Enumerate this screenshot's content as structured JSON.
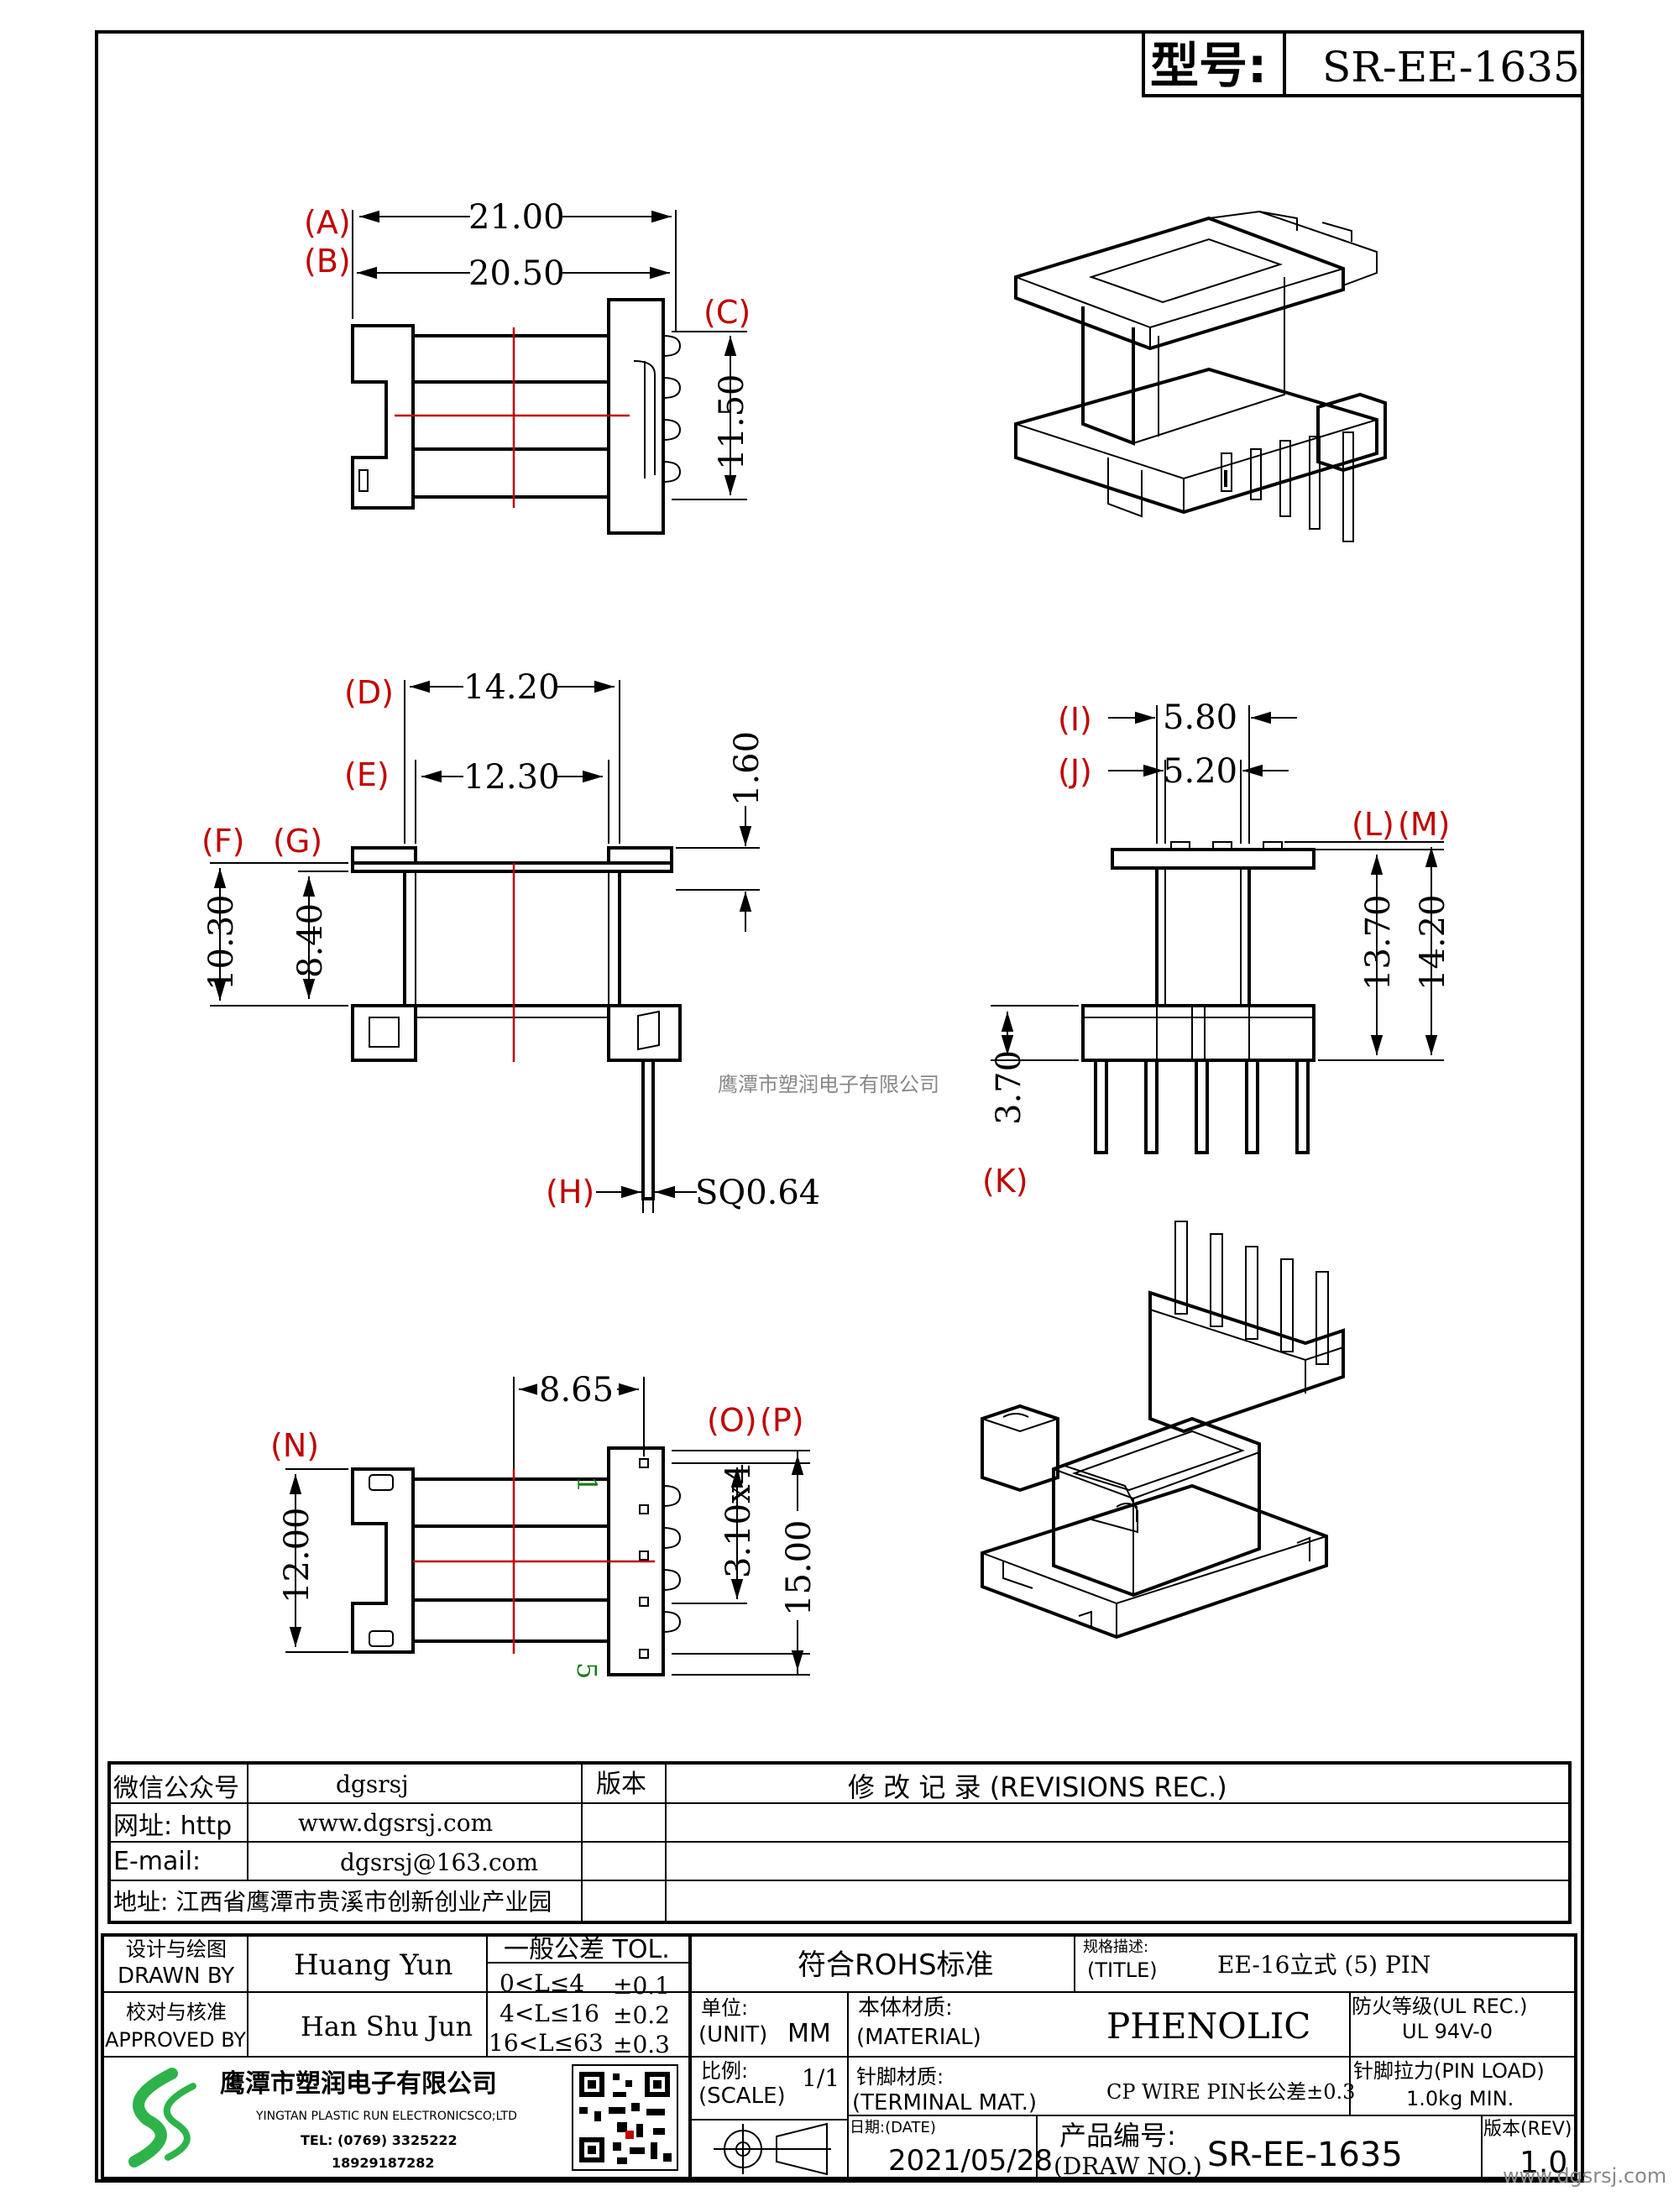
{
  "header": {
    "model_label": "型号:",
    "model_value": "SR-EE-1635"
  },
  "labels": {
    "A": "(A)",
    "B": "(B)",
    "C": "(C)",
    "D": "(D)",
    "E": "(E)",
    "F": "(F)",
    "G": "(G)",
    "H": "(H)",
    "I": "(I)",
    "J": "(J)",
    "K": "(K)",
    "L": "(L)",
    "M": "(M)",
    "N": "(N)",
    "O": "(O)",
    "P": "(P)"
  },
  "dimensions": {
    "A": "21.00",
    "B": "20.50",
    "C": "11.50",
    "D": "14.20",
    "E": "12.30",
    "F": "10.30",
    "G": "8.40",
    "top_gap": "1.60",
    "H": "SQ0.64",
    "I": "5.80",
    "J": "5.20",
    "L": "13.70",
    "M": "14.20",
    "K": "3.70",
    "N": "12.00",
    "pitch": "8.65",
    "O": "3.10x4",
    "P": "15.00"
  },
  "pin_labels": {
    "first": "1",
    "last": "5"
  },
  "watermark": "鹰潭市塑润电子有限公司",
  "info_table": {
    "rows": [
      {
        "label": "微信公众号",
        "value": "dgsrsj"
      },
      {
        "label": "网址: http",
        "value": "www.dgsrsj.com"
      },
      {
        "label": "E-mail:",
        "value": "dgsrsj@163.com"
      },
      {
        "label": "地址: 江西省鹰潭市贵溪市创新创业产业园",
        "value": ""
      }
    ],
    "version_header": "版本",
    "revisions_header": "修 改 记 录  (REVISIONS REC.)"
  },
  "title_block": {
    "drawn_by_cn": "设计与绘图",
    "drawn_by_en": "DRAWN BY",
    "drawn_by_name": "Huang  Yun",
    "approved_cn": "校对与核准",
    "approved_en": "APPROVED BY",
    "approved_name": "Han Shu Jun",
    "tol_header": "一般公差 TOL.",
    "tol_rows": [
      {
        "range": "0<L≤4",
        "tol": "±0.1"
      },
      {
        "range": "4<L≤16",
        "tol": "±0.2"
      },
      {
        "range": "16<L≤63",
        "tol": "±0.3"
      }
    ],
    "rohs": "符合ROHS标准",
    "title_cn": "规格描述:",
    "title_en": "(TITLE)",
    "title_value": "EE-16立式 (5) PIN",
    "unit_cn": "单位:",
    "unit_en": "(UNIT)",
    "unit_value": "MM",
    "material_cn": "本体材质:",
    "material_en": "(MATERIAL)",
    "material_value": "PHENOLIC",
    "fire_cn": "防火等级(UL REC.)",
    "fire_value": "UL 94V-0",
    "scale_cn": "比例:",
    "scale_en": "(SCALE)",
    "scale_value": "1/1",
    "terminal_cn": "针脚材质:",
    "terminal_en": "(TERMINAL MAT.)",
    "terminal_value": "CP WIRE  PIN长公差±0.3",
    "pin_load_cn": "针脚拉力(PIN LOAD)",
    "pin_load_value": "1.0kg MIN.",
    "date_cn": "日期:(DATE)",
    "date_value": "2021/05/28",
    "drawno_cn": "产品编号:",
    "drawno_en": "(DRAW NO.)",
    "drawno_value": "SR-EE-1635",
    "rev_cn": "版本(REV)",
    "rev_value": "1.0",
    "company_cn": "鹰潭市塑润电子有限公司",
    "company_en": "YINGTAN PLASTIC RUN ELECTRONICSCO;LTD",
    "tel": "TEL: (0769) 3325222",
    "mobile": "18929187282",
    "footer_url": "www.dgsrsj.com"
  },
  "colors": {
    "red_line": "#c00000",
    "label_red": "#c00000",
    "pin_green": "#1a7a1a",
    "logo_green": "#2db34a"
  }
}
